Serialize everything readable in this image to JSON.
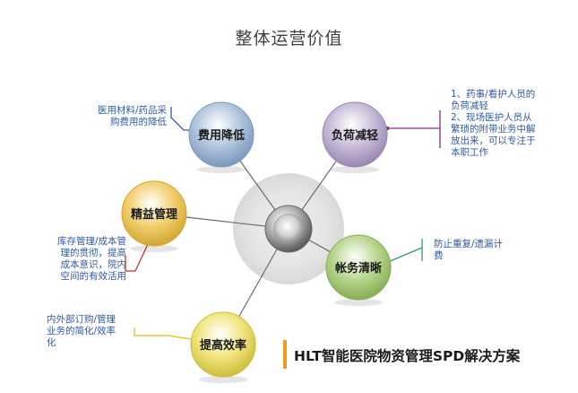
{
  "title": "整体运营价值",
  "nodes": [
    {
      "id": "cost",
      "label": "费用降低",
      "color": "#aec3dc",
      "edge": "#7d98bd"
    },
    {
      "id": "burden",
      "label": "负荷减轻",
      "color": "#c7b9d6",
      "edge": "#9a87b4"
    },
    {
      "id": "lean",
      "label": "精益管理",
      "color": "#f2cf6c",
      "edge": "#d1a633"
    },
    {
      "id": "account",
      "label": "帐务清晰",
      "color": "#b6d58b",
      "edge": "#86ae55"
    },
    {
      "id": "efficiency",
      "label": "提高效率",
      "color": "#f0e47c",
      "edge": "#cdbd3c"
    }
  ],
  "annotations": {
    "cost": "医用材料/药品采\n购费用的降低",
    "burden": "1、药事/看护人员的\n负荷减轻\n2、现场医护人员从\n繁琐的附带业务中解\n放出来，可以专注于\n本职工作",
    "lean": "库存管理/成本管\n理的贯彻，提高\n成本意识，院内\n空间的有效活用",
    "account": "防止重复/遗漏计\n费",
    "efficiency": "内外部订购/管理\n业务的简化/效率\n化"
  },
  "connector_colors": {
    "cost": "#2e5aa8",
    "burden": "#8a2a86",
    "lean": "#c0392b",
    "account": "#2e9e6f",
    "efficiency": "#e8c534"
  },
  "footer": {
    "title": "HLT智能医院物资管理SPD解决方案",
    "bar_color": "#f39a1e"
  }
}
